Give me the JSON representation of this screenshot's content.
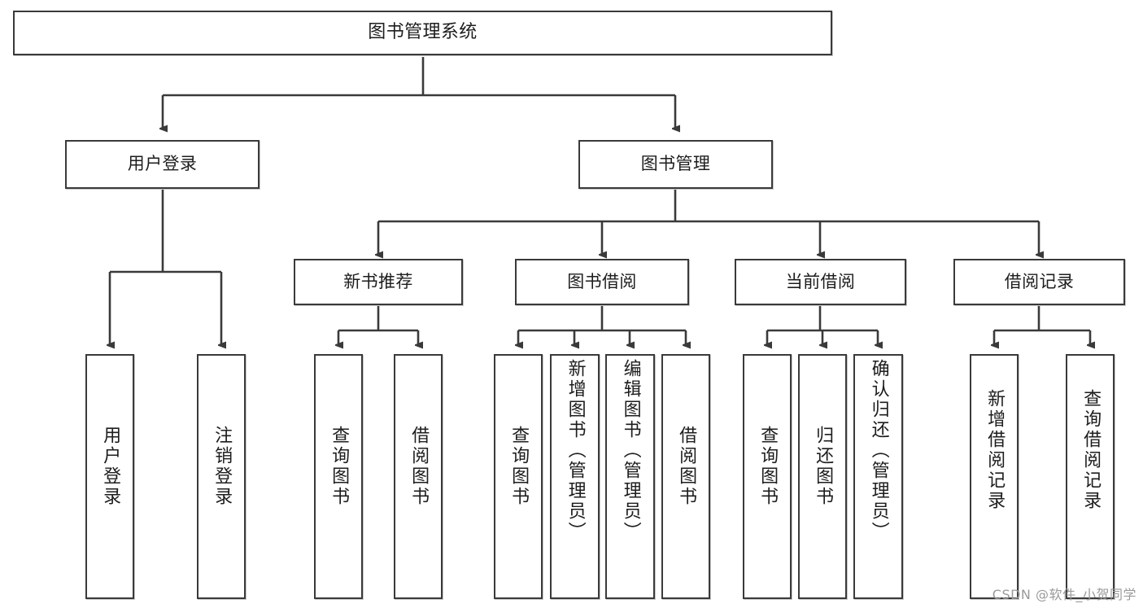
{
  "diagram": {
    "type": "tree",
    "title": "图书管理系统",
    "root": {
      "id": "root",
      "label": "图书管理系统"
    },
    "level2": [
      {
        "id": "user-login",
        "label": "用户登录"
      },
      {
        "id": "book-manage",
        "label": "图书管理"
      }
    ],
    "level3": [
      {
        "id": "new-book-recommend",
        "label": "新书推荐"
      },
      {
        "id": "book-borrow",
        "label": "图书借阅"
      },
      {
        "id": "current-borrow",
        "label": "当前借阅"
      },
      {
        "id": "borrow-record",
        "label": "借阅记录"
      }
    ],
    "leaves": {
      "user_login": [
        {
          "id": "leaf-user-login",
          "label": "用户登录"
        },
        {
          "id": "leaf-logout",
          "label": "注销登录"
        }
      ],
      "new_book_recommend": [
        {
          "id": "leaf-query-book-1",
          "label": "查询图书"
        },
        {
          "id": "leaf-borrow-book-1",
          "label": "借阅图书"
        }
      ],
      "book_borrow": [
        {
          "id": "leaf-query-book-2",
          "label": "查询图书"
        },
        {
          "id": "leaf-add-book",
          "label": "新增图书（管理员）"
        },
        {
          "id": "leaf-edit-book",
          "label": "编辑图书（管理员）"
        },
        {
          "id": "leaf-borrow-book-2",
          "label": "借阅图书"
        }
      ],
      "current_borrow": [
        {
          "id": "leaf-query-book-3",
          "label": "查询图书"
        },
        {
          "id": "leaf-return-book",
          "label": "归还图书"
        },
        {
          "id": "leaf-confirm-return",
          "label": "确认归还（管理员）"
        }
      ],
      "borrow_record": [
        {
          "id": "leaf-add-record",
          "label": "新增借阅记录"
        },
        {
          "id": "leaf-query-record",
          "label": "查询借阅记录"
        }
      ]
    },
    "colors": {
      "background": "#ffffff",
      "box_fill": "#ffffff",
      "box_border": "#3a3a3a",
      "box_shadow": "#c9c9c9",
      "edge": "#3a3a3a",
      "text": "#1d1d1d",
      "watermark": "#9a9a9a"
    }
  },
  "watermark": {
    "text": "CSDN @软件_小贺同学"
  }
}
